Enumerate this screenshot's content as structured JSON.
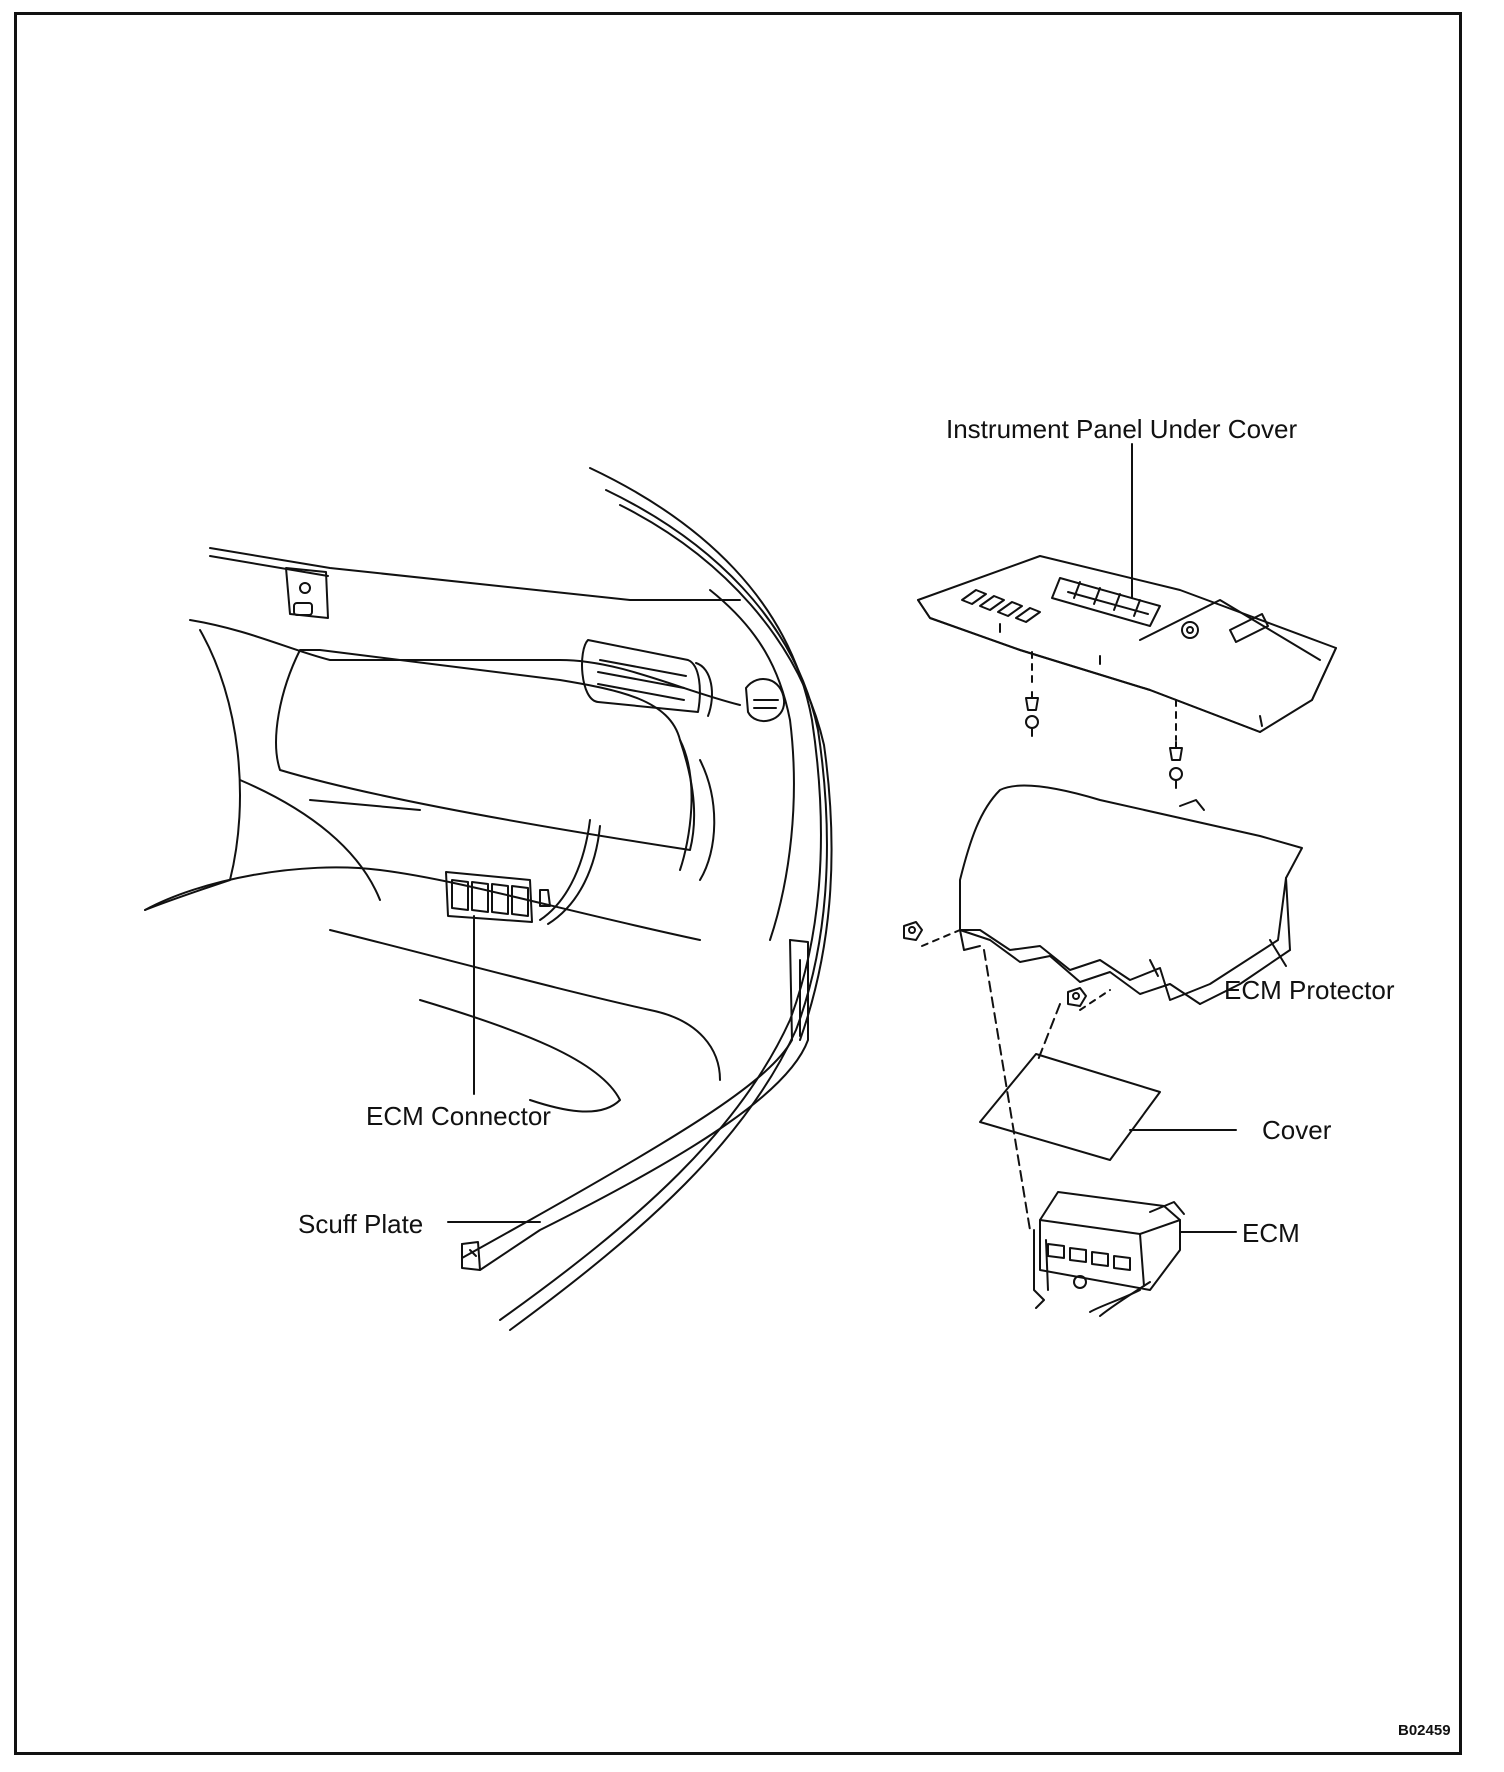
{
  "labels": {
    "instrument_panel_under_cover": "Instrument Panel Under Cover",
    "ecm_protector": "ECM Protector",
    "cover": "Cover",
    "ecm": "ECM",
    "ecm_connector": "ECM Connector",
    "scuff_plate": "Scuff Plate"
  },
  "figure_code": "B02459"
}
